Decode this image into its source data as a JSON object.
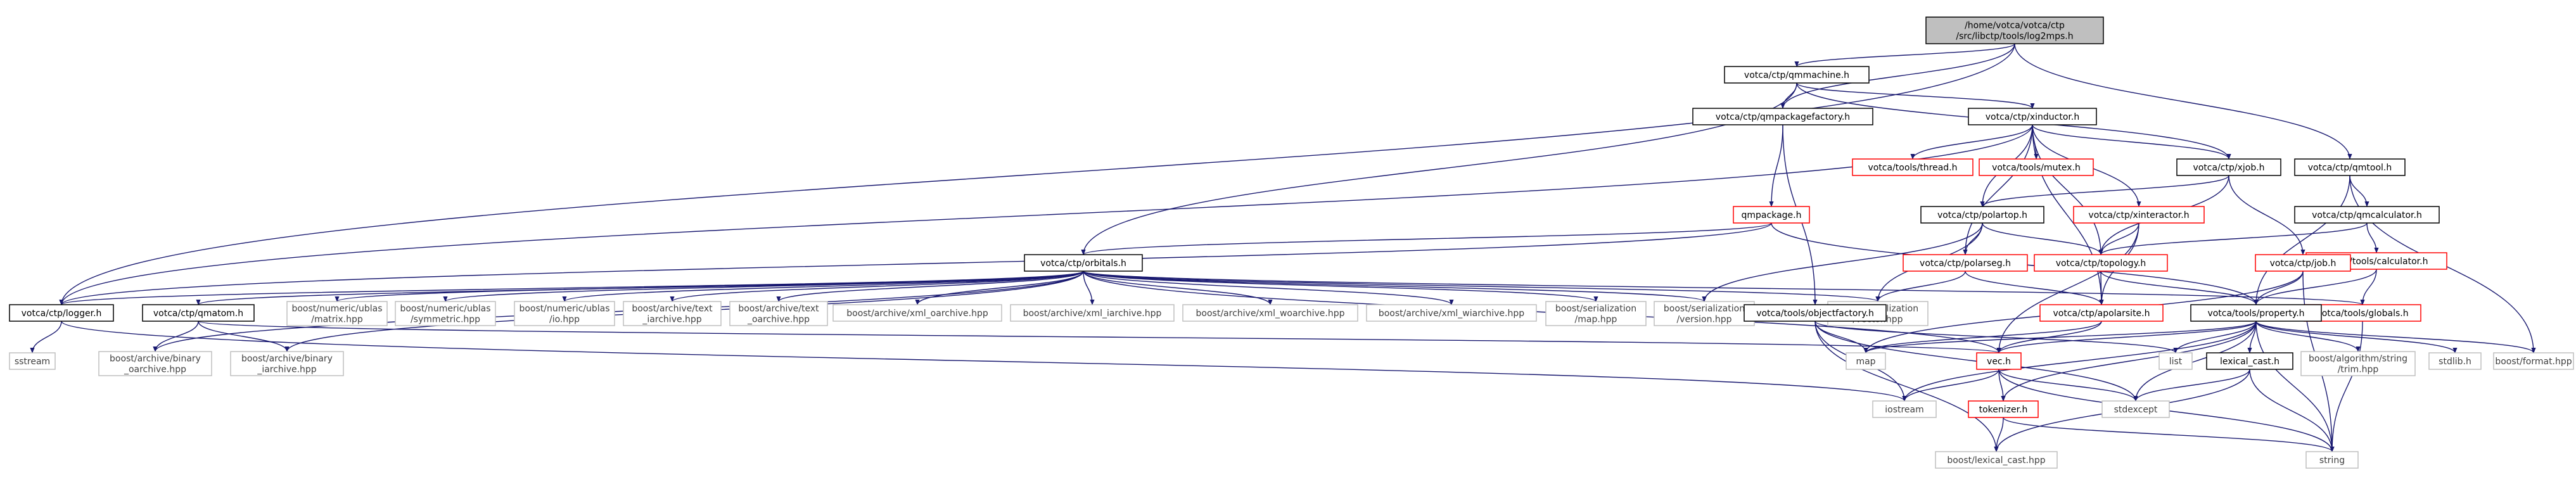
{
  "colors": {
    "root_fill": "#bfbfbf",
    "node_border": "#000000",
    "missing_border": "#bfbfbf",
    "incomplete_border": "#ff0000",
    "edge": "#191970",
    "text": "#000000",
    "missing_text": "#404040"
  },
  "nodes": [
    {
      "id": "root",
      "lines": [
        "/home/votca/votca/ctp",
        "/src/libctp/tools/log2mps.h"
      ],
      "kind": "root"
    },
    {
      "id": "qmmachine",
      "lines": [
        "votca/ctp/qmmachine.h"
      ],
      "kind": "normal"
    },
    {
      "id": "qmpackagefactory",
      "lines": [
        "votca/ctp/qmpackagefactory.h"
      ],
      "kind": "normal"
    },
    {
      "id": "xinductor",
      "lines": [
        "votca/ctp/xinductor.h"
      ],
      "kind": "normal"
    },
    {
      "id": "qmtool",
      "lines": [
        "votca/ctp/qmtool.h"
      ],
      "kind": "normal"
    },
    {
      "id": "thread",
      "lines": [
        "votca/tools/thread.h"
      ],
      "kind": "incomplete"
    },
    {
      "id": "mutex",
      "lines": [
        "votca/tools/mutex.h"
      ],
      "kind": "incomplete"
    },
    {
      "id": "xjob",
      "lines": [
        "votca/ctp/xjob.h"
      ],
      "kind": "normal"
    },
    {
      "id": "qmcalculator",
      "lines": [
        "votca/ctp/qmcalculator.h"
      ],
      "kind": "normal"
    },
    {
      "id": "qmpackage",
      "lines": [
        "qmpackage.h"
      ],
      "kind": "incomplete"
    },
    {
      "id": "polartop",
      "lines": [
        "votca/ctp/polartop.h"
      ],
      "kind": "normal"
    },
    {
      "id": "xinteractor",
      "lines": [
        "votca/ctp/xinteractor.h"
      ],
      "kind": "incomplete"
    },
    {
      "id": "calculator",
      "lines": [
        "votca/tools/calculator.h"
      ],
      "kind": "incomplete"
    },
    {
      "id": "orbitals",
      "lines": [
        "votca/ctp/orbitals.h"
      ],
      "kind": "normal"
    },
    {
      "id": "topology",
      "lines": [
        "votca/ctp/topology.h"
      ],
      "kind": "incomplete"
    },
    {
      "id": "polarseg",
      "lines": [
        "votca/ctp/polarseg.h"
      ],
      "kind": "incomplete"
    },
    {
      "id": "job",
      "lines": [
        "votca/ctp/job.h"
      ],
      "kind": "incomplete"
    },
    {
      "id": "logger",
      "lines": [
        "votca/ctp/logger.h"
      ],
      "kind": "normal"
    },
    {
      "id": "qmatom",
      "lines": [
        "votca/ctp/qmatom.h"
      ],
      "kind": "normal"
    },
    {
      "id": "ublas_matrix",
      "lines": [
        "boost/numeric/ublas",
        "/matrix.hpp"
      ],
      "kind": "missing"
    },
    {
      "id": "ublas_symmetric",
      "lines": [
        "boost/numeric/ublas",
        "/symmetric.hpp"
      ],
      "kind": "missing"
    },
    {
      "id": "ublas_io",
      "lines": [
        "boost/numeric/ublas",
        "/io.hpp"
      ],
      "kind": "missing"
    },
    {
      "id": "text_iarchive",
      "lines": [
        "boost/archive/text",
        "_iarchive.hpp"
      ],
      "kind": "missing"
    },
    {
      "id": "text_oarchive",
      "lines": [
        "boost/archive/text",
        "_oarchive.hpp"
      ],
      "kind": "missing"
    },
    {
      "id": "xml_oarchive",
      "lines": [
        "boost/archive/xml_oarchive.hpp"
      ],
      "kind": "missing"
    },
    {
      "id": "xml_iarchive",
      "lines": [
        "boost/archive/xml_iarchive.hpp"
      ],
      "kind": "missing"
    },
    {
      "id": "xml_woarchive",
      "lines": [
        "boost/archive/xml_woarchive.hpp"
      ],
      "kind": "missing"
    },
    {
      "id": "xml_wiarchive",
      "lines": [
        "boost/archive/xml_wiarchive.hpp"
      ],
      "kind": "missing"
    },
    {
      "id": "ser_map",
      "lines": [
        "boost/serialization",
        "/map.hpp"
      ],
      "kind": "missing"
    },
    {
      "id": "ser_version",
      "lines": [
        "boost/serialization",
        "/version.hpp"
      ],
      "kind": "missing"
    },
    {
      "id": "ser_vector",
      "lines": [
        "boost/serialization",
        "/vector.hpp"
      ],
      "kind": "missing"
    },
    {
      "id": "objectfactory",
      "lines": [
        "votca/tools/objectfactory.h"
      ],
      "kind": "normal"
    },
    {
      "id": "apolarsite",
      "lines": [
        "votca/ctp/apolarsite.h"
      ],
      "kind": "incomplete"
    },
    {
      "id": "globals",
      "lines": [
        "votca/tools/globals.h"
      ],
      "kind": "incomplete"
    },
    {
      "id": "property",
      "lines": [
        "votca/tools/property.h"
      ],
      "kind": "normal"
    },
    {
      "id": "sstream",
      "lines": [
        "sstream"
      ],
      "kind": "missing"
    },
    {
      "id": "binary_oarchive",
      "lines": [
        "boost/archive/binary",
        "_oarchive.hpp"
      ],
      "kind": "missing"
    },
    {
      "id": "binary_iarchive",
      "lines": [
        "boost/archive/binary",
        "_iarchive.hpp"
      ],
      "kind": "missing"
    },
    {
      "id": "map",
      "lines": [
        "map"
      ],
      "kind": "missing"
    },
    {
      "id": "vec",
      "lines": [
        "vec.h"
      ],
      "kind": "incomplete"
    },
    {
      "id": "list",
      "lines": [
        "list"
      ],
      "kind": "missing"
    },
    {
      "id": "lexical_cast_h",
      "lines": [
        "lexical_cast.h"
      ],
      "kind": "normal"
    },
    {
      "id": "algorithm_trim",
      "lines": [
        "boost/algorithm/string",
        "/trim.hpp"
      ],
      "kind": "missing"
    },
    {
      "id": "stdlib",
      "lines": [
        "stdlib.h"
      ],
      "kind": "missing"
    },
    {
      "id": "boost_format",
      "lines": [
        "boost/format.hpp"
      ],
      "kind": "missing"
    },
    {
      "id": "iostream",
      "lines": [
        "iostream"
      ],
      "kind": "missing"
    },
    {
      "id": "tokenizer",
      "lines": [
        "tokenizer.h"
      ],
      "kind": "incomplete"
    },
    {
      "id": "stdexcept",
      "lines": [
        "stdexcept"
      ],
      "kind": "missing"
    },
    {
      "id": "string",
      "lines": [
        "string"
      ],
      "kind": "missing"
    },
    {
      "id": "boost_lexical_cast",
      "lines": [
        "boost/lexical_cast.hpp"
      ],
      "kind": "missing"
    }
  ],
  "edges": [
    [
      "root",
      "qmmachine"
    ],
    [
      "root",
      "qmpackagefactory"
    ],
    [
      "root",
      "qmtool"
    ],
    [
      "root",
      "logger"
    ],
    [
      "qmmachine",
      "qmpackagefactory"
    ],
    [
      "qmmachine",
      "xinductor"
    ],
    [
      "qmmachine",
      "xjob"
    ],
    [
      "qmmachine",
      "orbitals"
    ],
    [
      "qmpackagefactory",
      "qmpackage"
    ],
    [
      "qmpackagefactory",
      "objectfactory"
    ],
    [
      "xinductor",
      "thread"
    ],
    [
      "xinductor",
      "mutex"
    ],
    [
      "xinductor",
      "xjob"
    ],
    [
      "xinductor",
      "polartop"
    ],
    [
      "xinductor",
      "xinteractor"
    ],
    [
      "xinductor",
      "topology"
    ],
    [
      "xinductor",
      "polarseg"
    ],
    [
      "xinductor",
      "apolarsite"
    ],
    [
      "xinductor",
      "logger"
    ],
    [
      "qmtool",
      "qmcalculator"
    ],
    [
      "qmtool",
      "property"
    ],
    [
      "qmtool",
      "boost_format"
    ],
    [
      "xjob",
      "polartop"
    ],
    [
      "xjob",
      "topology"
    ],
    [
      "xjob",
      "job"
    ],
    [
      "qmcalculator",
      "topology"
    ],
    [
      "qmcalculator",
      "calculator"
    ],
    [
      "qmpackage",
      "orbitals"
    ],
    [
      "qmpackage",
      "logger"
    ],
    [
      "qmpackage",
      "property"
    ],
    [
      "polartop",
      "polarseg"
    ],
    [
      "polartop",
      "topology"
    ],
    [
      "polartop",
      "ser_vector"
    ],
    [
      "polartop",
      "ser_version"
    ],
    [
      "xinteractor",
      "apolarsite"
    ],
    [
      "xinteractor",
      "topology"
    ],
    [
      "xinteractor",
      "vec"
    ],
    [
      "calculator",
      "globals"
    ],
    [
      "calculator",
      "property"
    ],
    [
      "orbitals",
      "logger"
    ],
    [
      "orbitals",
      "qmatom"
    ],
    [
      "orbitals",
      "ublas_matrix"
    ],
    [
      "orbitals",
      "ublas_symmetric"
    ],
    [
      "orbitals",
      "ublas_io"
    ],
    [
      "orbitals",
      "text_iarchive"
    ],
    [
      "orbitals",
      "text_oarchive"
    ],
    [
      "orbitals",
      "xml_oarchive"
    ],
    [
      "orbitals",
      "xml_iarchive"
    ],
    [
      "orbitals",
      "xml_woarchive"
    ],
    [
      "orbitals",
      "xml_wiarchive"
    ],
    [
      "orbitals",
      "ser_map"
    ],
    [
      "orbitals",
      "ser_version"
    ],
    [
      "orbitals",
      "ser_vector"
    ],
    [
      "orbitals",
      "binary_oarchive"
    ],
    [
      "orbitals",
      "binary_iarchive"
    ],
    [
      "orbitals",
      "vec"
    ],
    [
      "orbitals",
      "globals"
    ],
    [
      "topology",
      "apolarsite"
    ],
    [
      "topology",
      "property"
    ],
    [
      "polarseg",
      "apolarsite"
    ],
    [
      "polarseg",
      "ser_vector"
    ],
    [
      "job",
      "property"
    ],
    [
      "job",
      "string"
    ],
    [
      "job",
      "map"
    ],
    [
      "logger",
      "sstream"
    ],
    [
      "logger",
      "iostream"
    ],
    [
      "qmatom",
      "binary_oarchive"
    ],
    [
      "qmatom",
      "binary_iarchive"
    ],
    [
      "qmatom",
      "vec"
    ],
    [
      "objectfactory",
      "map"
    ],
    [
      "objectfactory",
      "list"
    ],
    [
      "objectfactory",
      "iostream"
    ],
    [
      "objectfactory",
      "stdexcept"
    ],
    [
      "objectfactory",
      "boost_lexical_cast"
    ],
    [
      "apolarsite",
      "vec"
    ],
    [
      "apolarsite",
      "map"
    ],
    [
      "globals",
      "string"
    ],
    [
      "property",
      "map"
    ],
    [
      "property",
      "list"
    ],
    [
      "property",
      "vec"
    ],
    [
      "property",
      "lexical_cast_h"
    ],
    [
      "property",
      "algorithm_trim"
    ],
    [
      "property",
      "stdlib"
    ],
    [
      "property",
      "boost_format"
    ],
    [
      "property",
      "iostream"
    ],
    [
      "property",
      "tokenizer"
    ],
    [
      "property",
      "stdexcept"
    ],
    [
      "property",
      "string"
    ],
    [
      "vec",
      "iostream"
    ],
    [
      "vec",
      "tokenizer"
    ],
    [
      "vec",
      "stdexcept"
    ],
    [
      "vec",
      "string"
    ],
    [
      "lexical_cast_h",
      "string"
    ],
    [
      "lexical_cast_h",
      "stdexcept"
    ],
    [
      "lexical_cast_h",
      "boost_lexical_cast"
    ],
    [
      "tokenizer",
      "boost_lexical_cast"
    ],
    [
      "tokenizer",
      "string"
    ]
  ]
}
